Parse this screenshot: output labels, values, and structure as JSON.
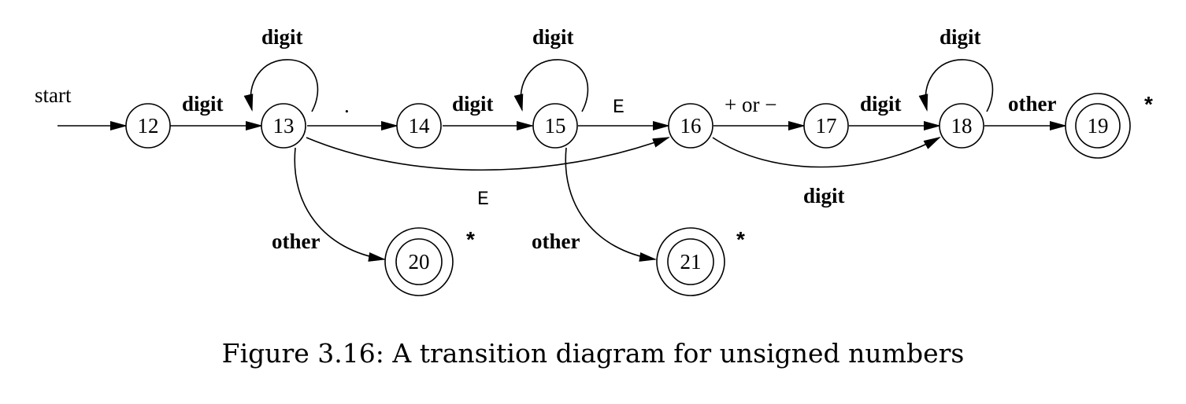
{
  "diagram": {
    "start_label": "start",
    "states": [
      "12",
      "13",
      "14",
      "15",
      "16",
      "17",
      "18",
      "19",
      "20",
      "21"
    ],
    "accepting_states": [
      "19",
      "20",
      "21"
    ],
    "retract_marker": "*",
    "transitions": [
      {
        "from": "12",
        "to": "13",
        "label": "digit"
      },
      {
        "from": "13",
        "to": "13",
        "label": "digit"
      },
      {
        "from": "13",
        "to": "14",
        "label": "."
      },
      {
        "from": "13",
        "to": "16",
        "label": "E"
      },
      {
        "from": "13",
        "to": "20",
        "label": "other"
      },
      {
        "from": "14",
        "to": "15",
        "label": "digit"
      },
      {
        "from": "15",
        "to": "15",
        "label": "digit"
      },
      {
        "from": "15",
        "to": "16",
        "label": "E"
      },
      {
        "from": "15",
        "to": "21",
        "label": "other"
      },
      {
        "from": "16",
        "to": "17",
        "label": "+ or −"
      },
      {
        "from": "16",
        "to": "18",
        "label": "digit"
      },
      {
        "from": "17",
        "to": "18",
        "label": "digit"
      },
      {
        "from": "18",
        "to": "18",
        "label": "digit"
      },
      {
        "from": "18",
        "to": "19",
        "label": "other"
      }
    ]
  },
  "caption": "Figure 3.16: A transition diagram for unsigned numbers"
}
